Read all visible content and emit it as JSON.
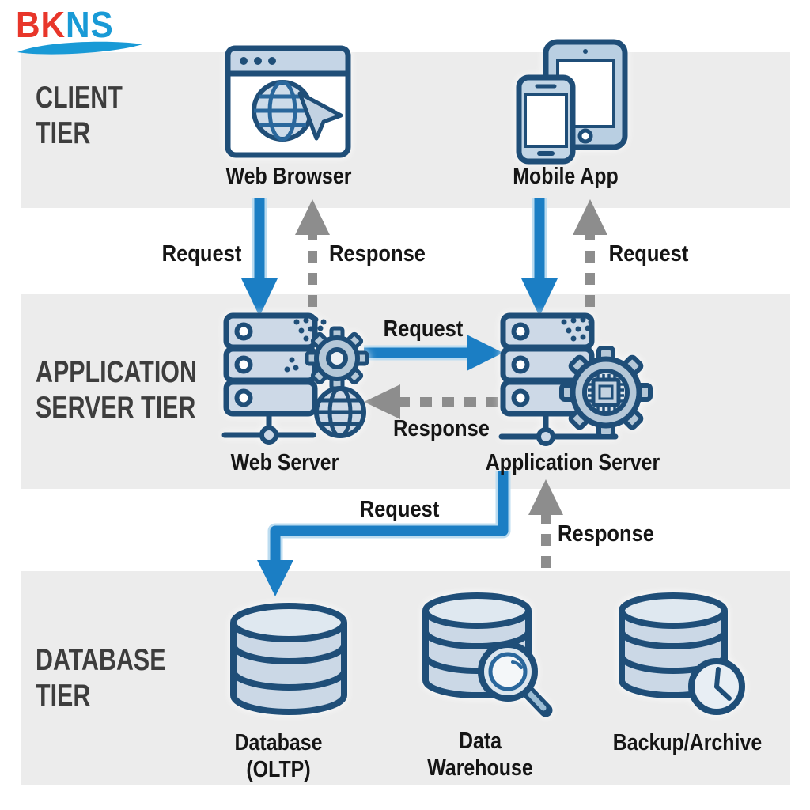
{
  "logo": {
    "bk": "BK",
    "ns": "NS"
  },
  "tiers": {
    "client": {
      "line1": "CLIENT",
      "line2": "TIER"
    },
    "app": {
      "line1": "APPLICATION",
      "line2": "SERVER TIER"
    },
    "db": {
      "line1": "DATABASE",
      "line2": "TIER"
    }
  },
  "nodes": {
    "web_browser": {
      "label": "Web Browser"
    },
    "mobile_app": {
      "label": "Mobile App"
    },
    "web_server": {
      "label": "Web Server"
    },
    "app_server": {
      "label": "Application Server"
    },
    "database": {
      "line1": "Database",
      "line2": "(OLTP)"
    },
    "warehouse": {
      "line1": "Data",
      "line2": "Warehouse"
    },
    "backup": {
      "label": "Backup/Archive"
    }
  },
  "flows": {
    "browser_request": {
      "label": "Request"
    },
    "browser_response": {
      "label": "Response"
    },
    "mobile_request": {
      "label": "Request"
    },
    "server_request": {
      "label": "Request"
    },
    "server_response": {
      "label": "Response"
    },
    "db_request": {
      "label": "Request"
    },
    "db_response": {
      "label": "Response"
    }
  },
  "colors": {
    "arrow_blue": "#1b7ec4",
    "arrow_blue_halo": "#bcdcf0",
    "arrow_gray": "#8d8d8d",
    "icon_outline": "#1f4e78",
    "icon_fill": "#cdd9e7",
    "band_gray": "#ececec",
    "logo_red": "#e8362a",
    "logo_blue": "#199ad6"
  }
}
